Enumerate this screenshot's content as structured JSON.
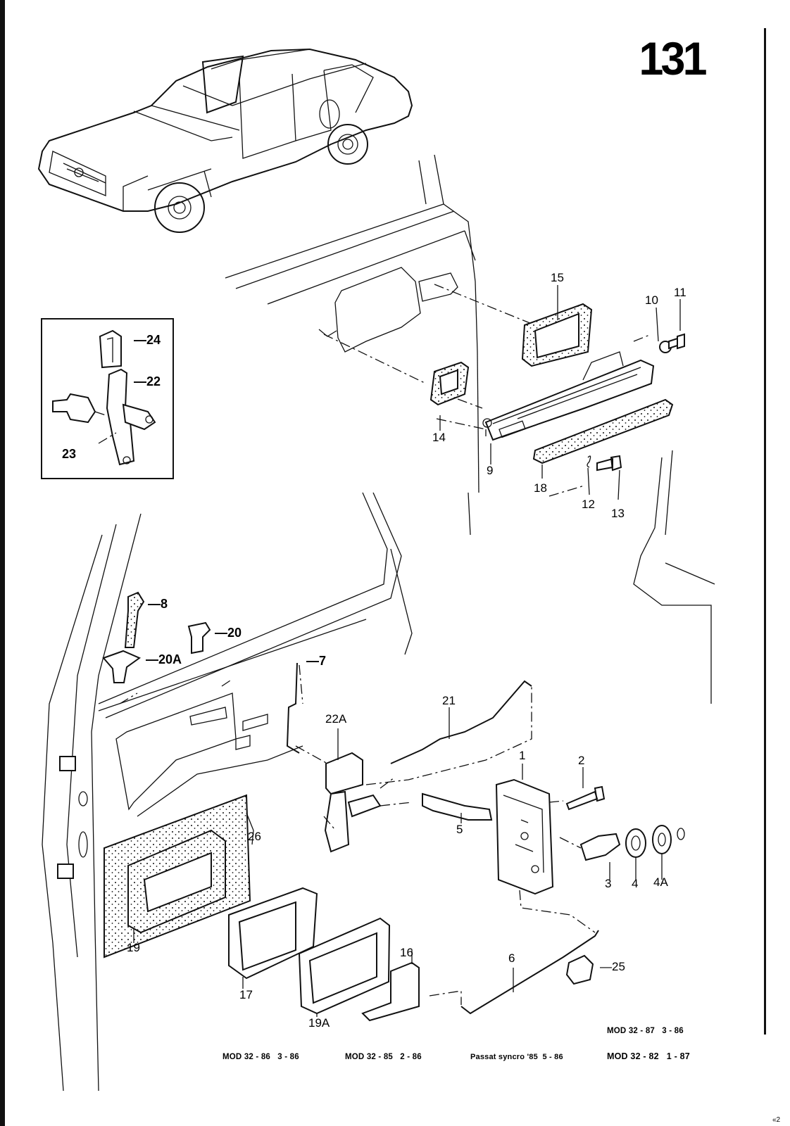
{
  "page": {
    "page_number": "131",
    "corner_mark": "«2"
  },
  "diagram": {
    "subject": "Door lock, handles and linkage — exploded view",
    "callouts": [
      {
        "id": "c1",
        "label": "1"
      },
      {
        "id": "c2",
        "label": "2"
      },
      {
        "id": "c3",
        "label": "3"
      },
      {
        "id": "c4",
        "label": "4"
      },
      {
        "id": "c4a",
        "label": "4A"
      },
      {
        "id": "c5",
        "label": "5"
      },
      {
        "id": "c6",
        "label": "6"
      },
      {
        "id": "c7",
        "label": "—7"
      },
      {
        "id": "c8",
        "label": "—8"
      },
      {
        "id": "c9",
        "label": "9"
      },
      {
        "id": "c10",
        "label": "10"
      },
      {
        "id": "c11",
        "label": "11"
      },
      {
        "id": "c12",
        "label": "12"
      },
      {
        "id": "c13",
        "label": "13"
      },
      {
        "id": "c14",
        "label": "14"
      },
      {
        "id": "c15",
        "label": "15"
      },
      {
        "id": "c16",
        "label": "16"
      },
      {
        "id": "c17",
        "label": "17"
      },
      {
        "id": "c18",
        "label": "18"
      },
      {
        "id": "c19",
        "label": "19"
      },
      {
        "id": "c19a",
        "label": "19A"
      },
      {
        "id": "c20",
        "label": "—20"
      },
      {
        "id": "c20a",
        "label": "—20A"
      },
      {
        "id": "c21",
        "label": "21"
      },
      {
        "id": "c22",
        "label": "—22"
      },
      {
        "id": "c22a",
        "label": "22A"
      },
      {
        "id": "c23",
        "label": "23"
      },
      {
        "id": "c24",
        "label": "—24"
      },
      {
        "id": "c25",
        "label": "—25"
      },
      {
        "id": "c26",
        "label": "26"
      }
    ]
  },
  "footer": {
    "applicability": [
      {
        "model": "MOD 32 - 87",
        "date": "3 - 86"
      },
      {
        "model": "MOD 32 - 86",
        "date": "3 - 86"
      },
      {
        "model": "MOD 32 - 85",
        "date": "2 - 86"
      },
      {
        "model": "Passat syncro '85",
        "date": "5 - 86"
      },
      {
        "model": "MOD 32 - 82",
        "date": "1 - 87"
      }
    ]
  }
}
